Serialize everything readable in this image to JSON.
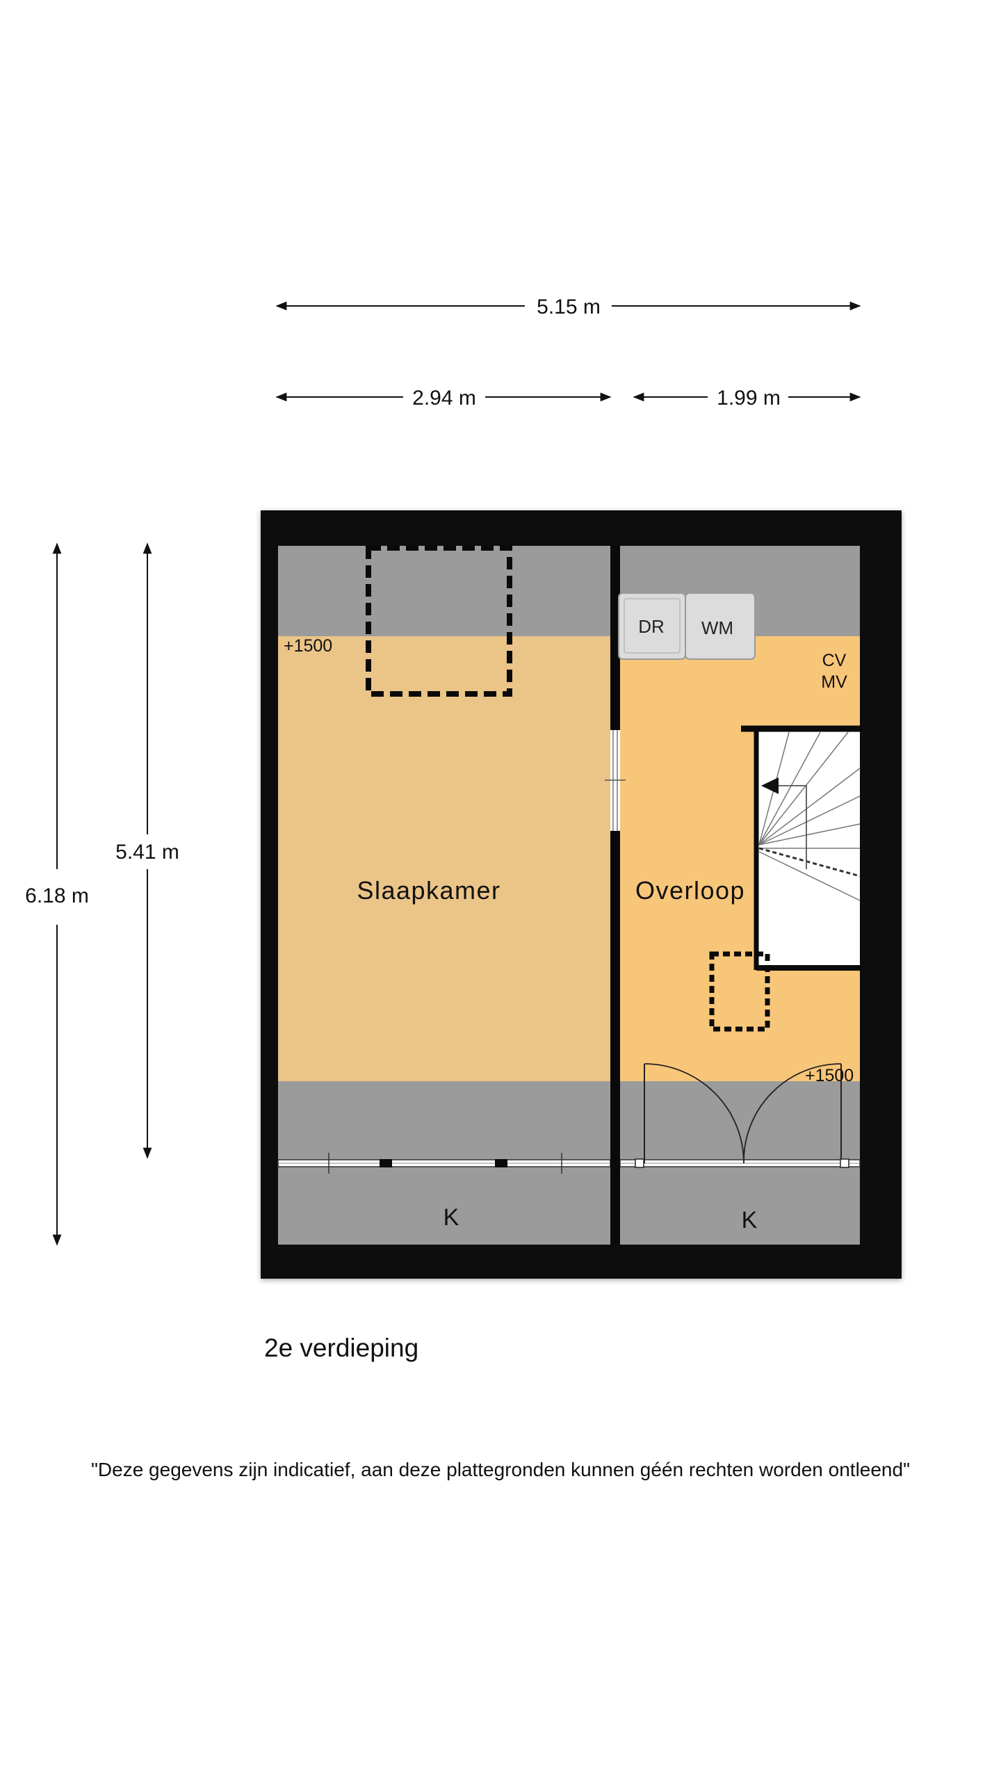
{
  "dimensions": {
    "total_width": "5.15 m",
    "left_width": "2.94 m",
    "right_width": "1.99 m",
    "inner_height": "5.41 m",
    "total_height": "6.18 m"
  },
  "rooms": {
    "bedroom": "Slaapkamer",
    "landing": "Overloop",
    "knee_wall_left": "K",
    "knee_wall_right": "K"
  },
  "annotations": {
    "height_left": "+1500",
    "height_right": "+1500",
    "dryer": "DR",
    "washing_machine": "WM",
    "cv": "CV",
    "mv": "MV"
  },
  "floor_name": "2e verdieping",
  "disclaimer": "\"Deze gegevens zijn indicatief, aan deze plattegronden kunnen géén rechten worden ontleend\"",
  "colors": {
    "wall": "#0a0a0a",
    "bedroom_floor": "#ebc488",
    "landing_floor": "#f8c679",
    "low_ceiling": "#9b9b9b",
    "appliance": "#dcdcdc"
  }
}
